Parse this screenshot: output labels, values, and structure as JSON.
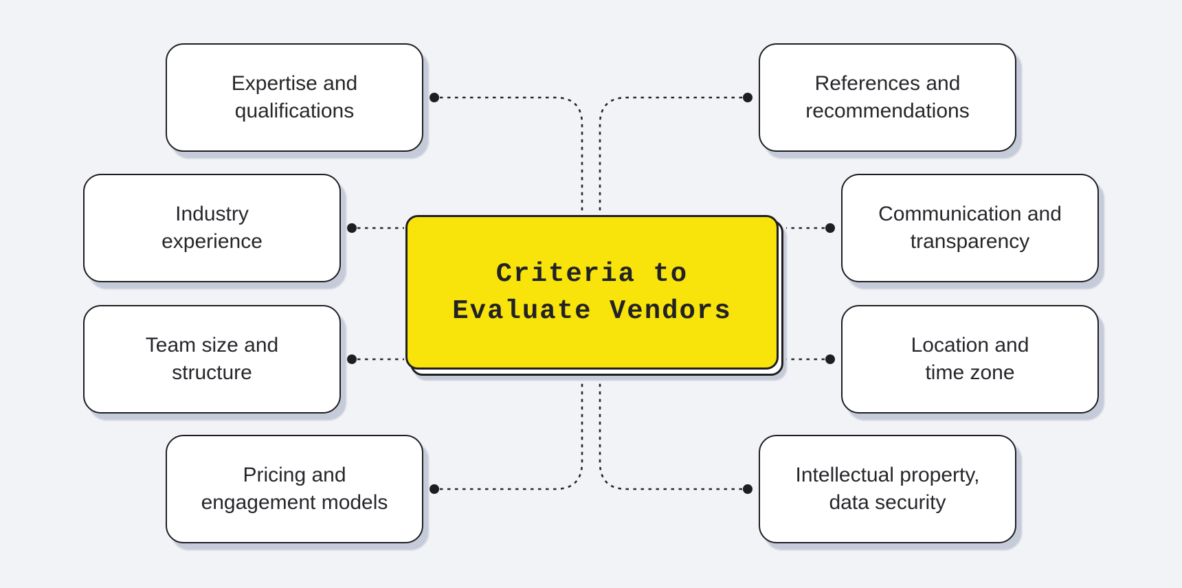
{
  "canvas": {
    "background_color": "#f2f3f6"
  },
  "center": {
    "label": "Criteria to\nEvaluate Vendors",
    "fill_color": "#f8e40a",
    "border_color": "#1d1d22",
    "text_color": "#222226"
  },
  "nodes": [
    {
      "id": "expertise-qualifications",
      "label": "Expertise and\nqualifications",
      "side": "left",
      "row": 1
    },
    {
      "id": "industry-experience",
      "label": "Industry\nexperience",
      "side": "left",
      "row": 2
    },
    {
      "id": "team-size-structure",
      "label": "Team size and\nstructure",
      "side": "left",
      "row": 3
    },
    {
      "id": "pricing-engagement-models",
      "label": "Pricing and\nengagement models",
      "side": "left",
      "row": 4
    },
    {
      "id": "references-recommendations",
      "label": "References and\nrecommendations",
      "side": "right",
      "row": 1
    },
    {
      "id": "communication-transparency",
      "label": "Communication and\ntransparency",
      "side": "right",
      "row": 2
    },
    {
      "id": "location-time-zone",
      "label": "Location and\ntime zone",
      "side": "right",
      "row": 3
    },
    {
      "id": "intellectual-property-data-security",
      "label": "Intellectual property,\ndata security",
      "side": "right",
      "row": 4
    }
  ],
  "connectors": {
    "style": "dashed",
    "line_color": "#26262b",
    "dot_color": "#1d1d22"
  }
}
